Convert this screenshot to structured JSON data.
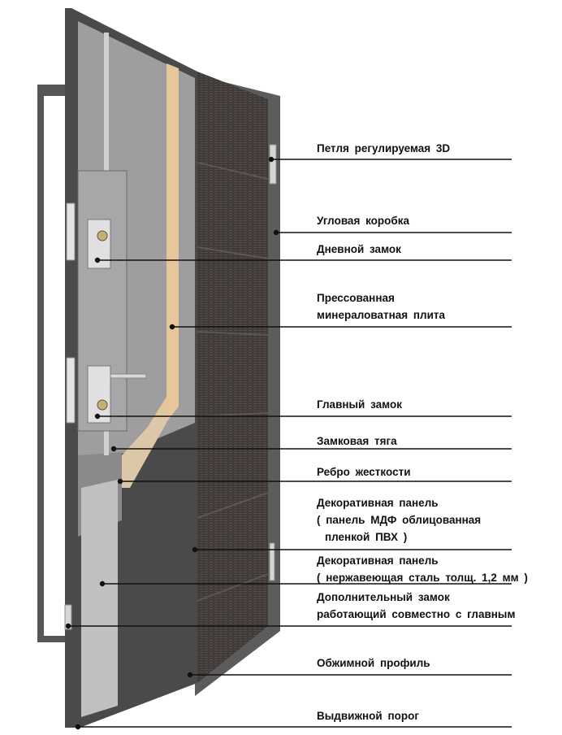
{
  "colors": {
    "frame": "#5a5a5a",
    "frame_dark": "#3a3a3a",
    "wood_veneer": "#403a38",
    "wood_grain": "#5a5250",
    "steel": "#b8b8b8",
    "mineral_wool": "#e8c9a0",
    "rib_steel": "#8e8e8e",
    "leader_line": "#111111"
  },
  "callouts": [
    {
      "id": "hinge",
      "lines": [
        "Петля  регулируемая  3D"
      ]
    },
    {
      "id": "corner-box",
      "lines": [
        "Угловая  коробка"
      ]
    },
    {
      "id": "day-lock",
      "lines": [
        "Дневной  замок"
      ]
    },
    {
      "id": "mineral-board",
      "lines": [
        "Прессованная",
        "минераловатная  плита"
      ]
    },
    {
      "id": "main-lock",
      "lines": [
        "Главный  замок"
      ]
    },
    {
      "id": "lock-rod",
      "lines": [
        "Замковая  тяга"
      ]
    },
    {
      "id": "stiffening-rib",
      "lines": [
        "Ребро  жесткости"
      ]
    },
    {
      "id": "mdf-panel",
      "lines": [
        "Декоративная  панель",
        "( панель  МДФ облицованная",
        "пленкой  ПВХ )"
      ]
    },
    {
      "id": "steel-panel",
      "lines": [
        "Декоративная  панель",
        "( нержавеющая  сталь  толщ. 1,2 мм )"
      ]
    },
    {
      "id": "extra-lock",
      "lines": [
        "Дополнительный  замок",
        "работающий совместно с  главным"
      ]
    },
    {
      "id": "crimp-profile",
      "lines": [
        "Обжимной профиль"
      ]
    },
    {
      "id": "sliding-threshold",
      "lines": [
        "Выдвижной  порог"
      ]
    }
  ]
}
